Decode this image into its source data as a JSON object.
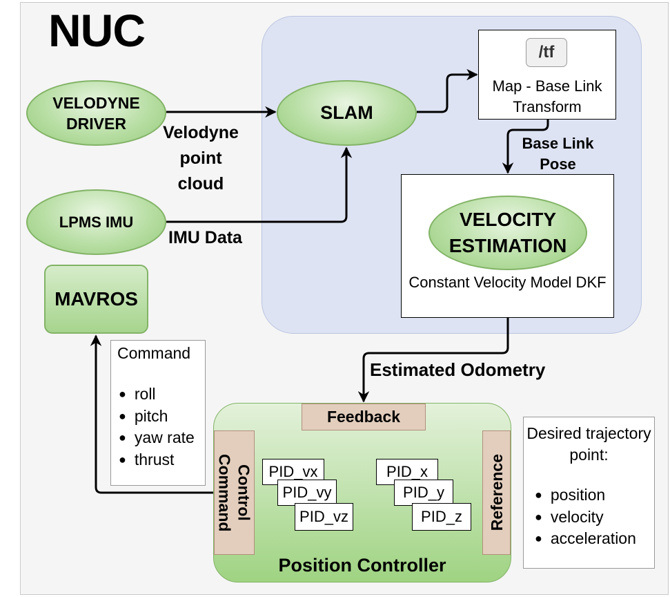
{
  "title": "NUC",
  "nodes": {
    "velodyne_driver": "VELODYNE DRIVER",
    "lpms_imu": "LPMS IMU",
    "slam": "SLAM",
    "velocity_estimation": "VELOCITY ESTIMATION",
    "mavros": "MAVROS"
  },
  "tf_note": {
    "chip": "/tf",
    "text": "Map - Base Link Transform"
  },
  "velocity_note": {
    "text": "Constant Velocity Model DKF"
  },
  "edge_labels": {
    "velodyne_point_cloud": "Velodyne point cloud",
    "imu_data": "IMU Data",
    "base_link_pose": "Base Link Pose",
    "estimated_odometry": "Estimated Odometry"
  },
  "command_box": {
    "title": "Command",
    "items": [
      "roll",
      "pitch",
      "yaw rate",
      "thrust"
    ]
  },
  "desired_box": {
    "title": "Desired trajectory point:",
    "items": [
      "position",
      "velocity",
      "acceleration"
    ]
  },
  "position_controller": {
    "title": "Position Controller",
    "feedback": "Feedback",
    "control_command": "Control Command",
    "reference": "Reference",
    "pids": {
      "vx": "PID_vx",
      "vy": "PID_vy",
      "vz": "PID_vz",
      "x": "PID_x",
      "y": "PID_y",
      "z": "PID_z"
    }
  }
}
